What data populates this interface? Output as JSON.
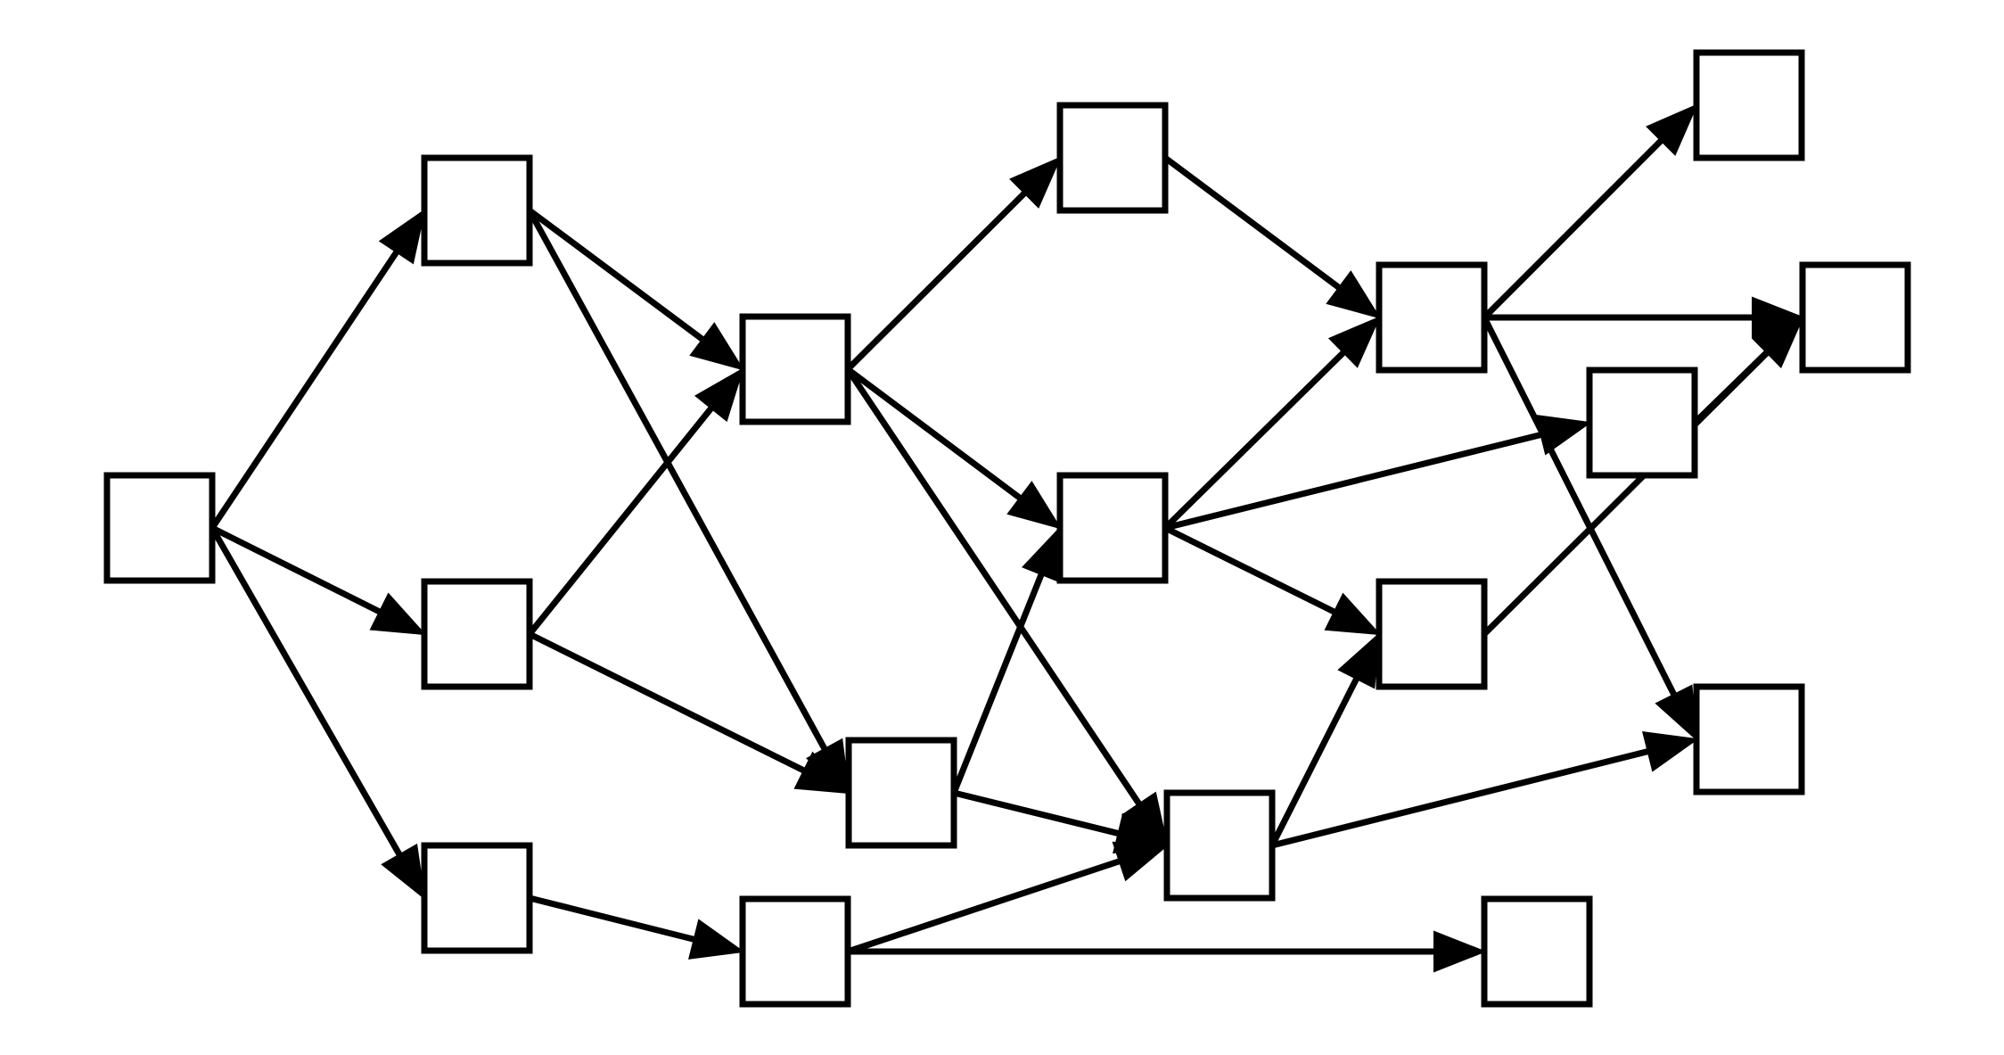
{
  "diagram": {
    "type": "directed-graph",
    "stroke_color": "#000000",
    "node_fill": "#ffffff",
    "nodes": [
      {
        "id": "n0"
      },
      {
        "id": "n1"
      },
      {
        "id": "n2"
      },
      {
        "id": "n3"
      },
      {
        "id": "n4"
      },
      {
        "id": "n5"
      },
      {
        "id": "n6"
      },
      {
        "id": "n7"
      },
      {
        "id": "n8"
      },
      {
        "id": "n9"
      },
      {
        "id": "n10"
      },
      {
        "id": "n11"
      },
      {
        "id": "n12"
      },
      {
        "id": "n13"
      },
      {
        "id": "n14"
      },
      {
        "id": "n15"
      },
      {
        "id": "n16"
      },
      {
        "id": "n17"
      },
      {
        "id": "n18"
      },
      {
        "id": "n19"
      }
    ],
    "edges": [
      {
        "from": "n0",
        "to": "n1"
      },
      {
        "from": "n0",
        "to": "n2"
      },
      {
        "from": "n0",
        "to": "n3"
      },
      {
        "from": "n1",
        "to": "n4"
      },
      {
        "from": "n1",
        "to": "n5"
      },
      {
        "from": "n2",
        "to": "n4"
      },
      {
        "from": "n2",
        "to": "n5"
      },
      {
        "from": "n3",
        "to": "n6"
      },
      {
        "from": "n4",
        "to": "n7"
      },
      {
        "from": "n4",
        "to": "n8"
      },
      {
        "from": "n4",
        "to": "n9"
      },
      {
        "from": "n5",
        "to": "n8"
      },
      {
        "from": "n5",
        "to": "n9"
      },
      {
        "from": "n6",
        "to": "n9"
      },
      {
        "from": "n6",
        "to": "n19"
      },
      {
        "from": "n7",
        "to": "n10"
      },
      {
        "from": "n8",
        "to": "n10"
      },
      {
        "from": "n8",
        "to": "n11"
      },
      {
        "from": "n8",
        "to": "n12"
      },
      {
        "from": "n9",
        "to": "n12"
      },
      {
        "from": "n9",
        "to": "n16"
      },
      {
        "from": "n10",
        "to": "n13"
      },
      {
        "from": "n10",
        "to": "n14"
      },
      {
        "from": "n10",
        "to": "n16"
      },
      {
        "from": "n11",
        "to": "n14"
      },
      {
        "from": "n12",
        "to": "n14"
      }
    ]
  }
}
